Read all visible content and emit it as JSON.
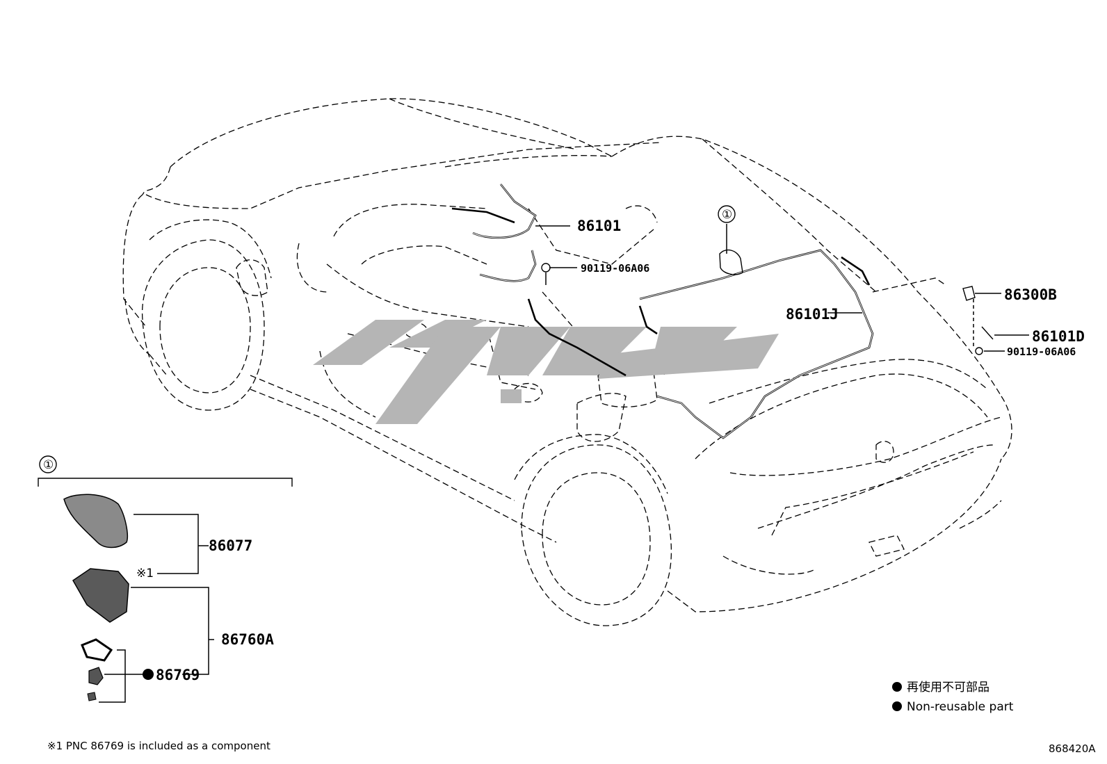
{
  "diagram_code": "868420A",
  "callout_marker": "①",
  "parts": {
    "p86101": "86101",
    "p90119_top": "90119-06A06",
    "p86101J": "86101J",
    "p86300B": "86300B",
    "p86101D": "86101D",
    "p90119_right": "90119-06A06",
    "p86077": "86077",
    "p86760A": "86760A",
    "p86769": "86769"
  },
  "note_marker": "※1",
  "footnote": "※1 PNC 86769 is included as a component",
  "legend": {
    "japanese": "再使用不可部品",
    "english": "Non-reusable part"
  }
}
